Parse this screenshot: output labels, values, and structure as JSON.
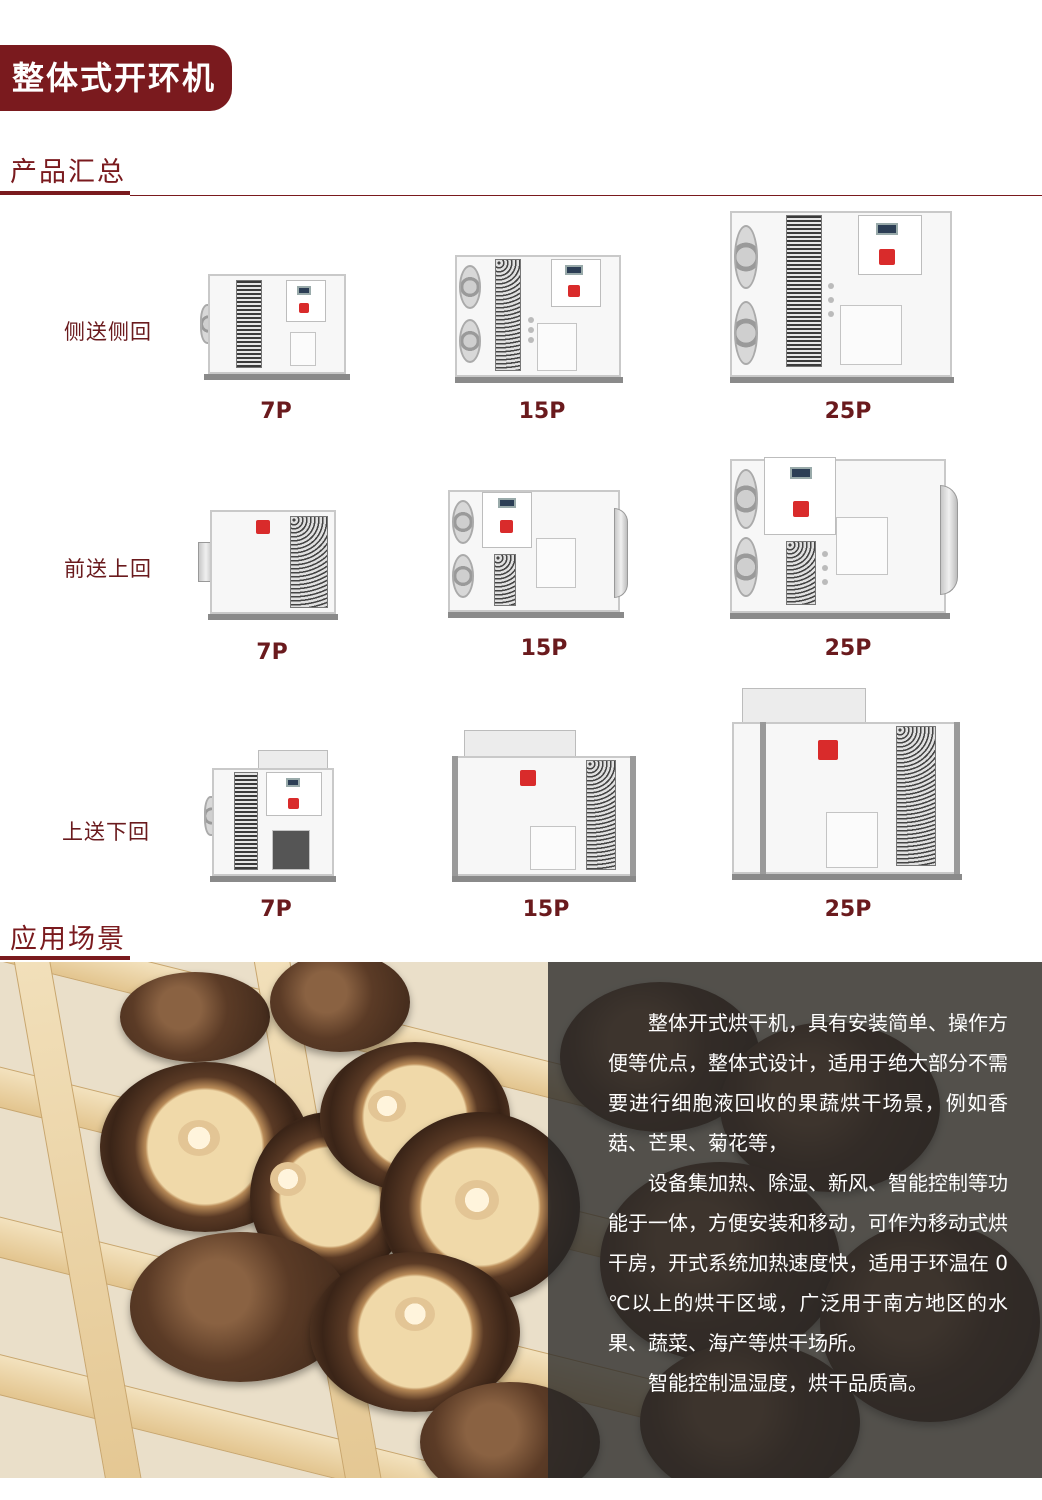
{
  "header": {
    "title": "整体式开环机"
  },
  "summary": {
    "heading": "产品汇总",
    "rows": [
      {
        "label": "侧送侧回",
        "models": [
          "7P",
          "15P",
          "25P"
        ]
      },
      {
        "label": "前送上回",
        "models": [
          "7P",
          "15P",
          "25P"
        ]
      },
      {
        "label": "上送下回",
        "models": [
          "7P",
          "15P",
          "25P"
        ]
      }
    ]
  },
  "application": {
    "heading": "应用场景",
    "paragraphs": [
      "整体开式烘干机，具有安装简单、操作方便等优点，整体式设计，适用于绝大部分不需要进行细胞液回收的果蔬烘干场景，例如香菇、芒果、菊花等，",
      "设备集加热、除湿、新风、智能控制等功能于一体，方便安装和移动，可作为移动式烘干房，开式系统加热速度快，适用于环温在 0 ℃以上的烘干区域，广泛用于南方地区的水果、蔬菜、海产等烘干场所。",
      "智能控制温湿度，烘干品质高。"
    ]
  },
  "colors": {
    "brand": "#7a1a1e",
    "logo_red": "#d92b2b"
  },
  "icons": [
    "brand-logo-icon"
  ]
}
